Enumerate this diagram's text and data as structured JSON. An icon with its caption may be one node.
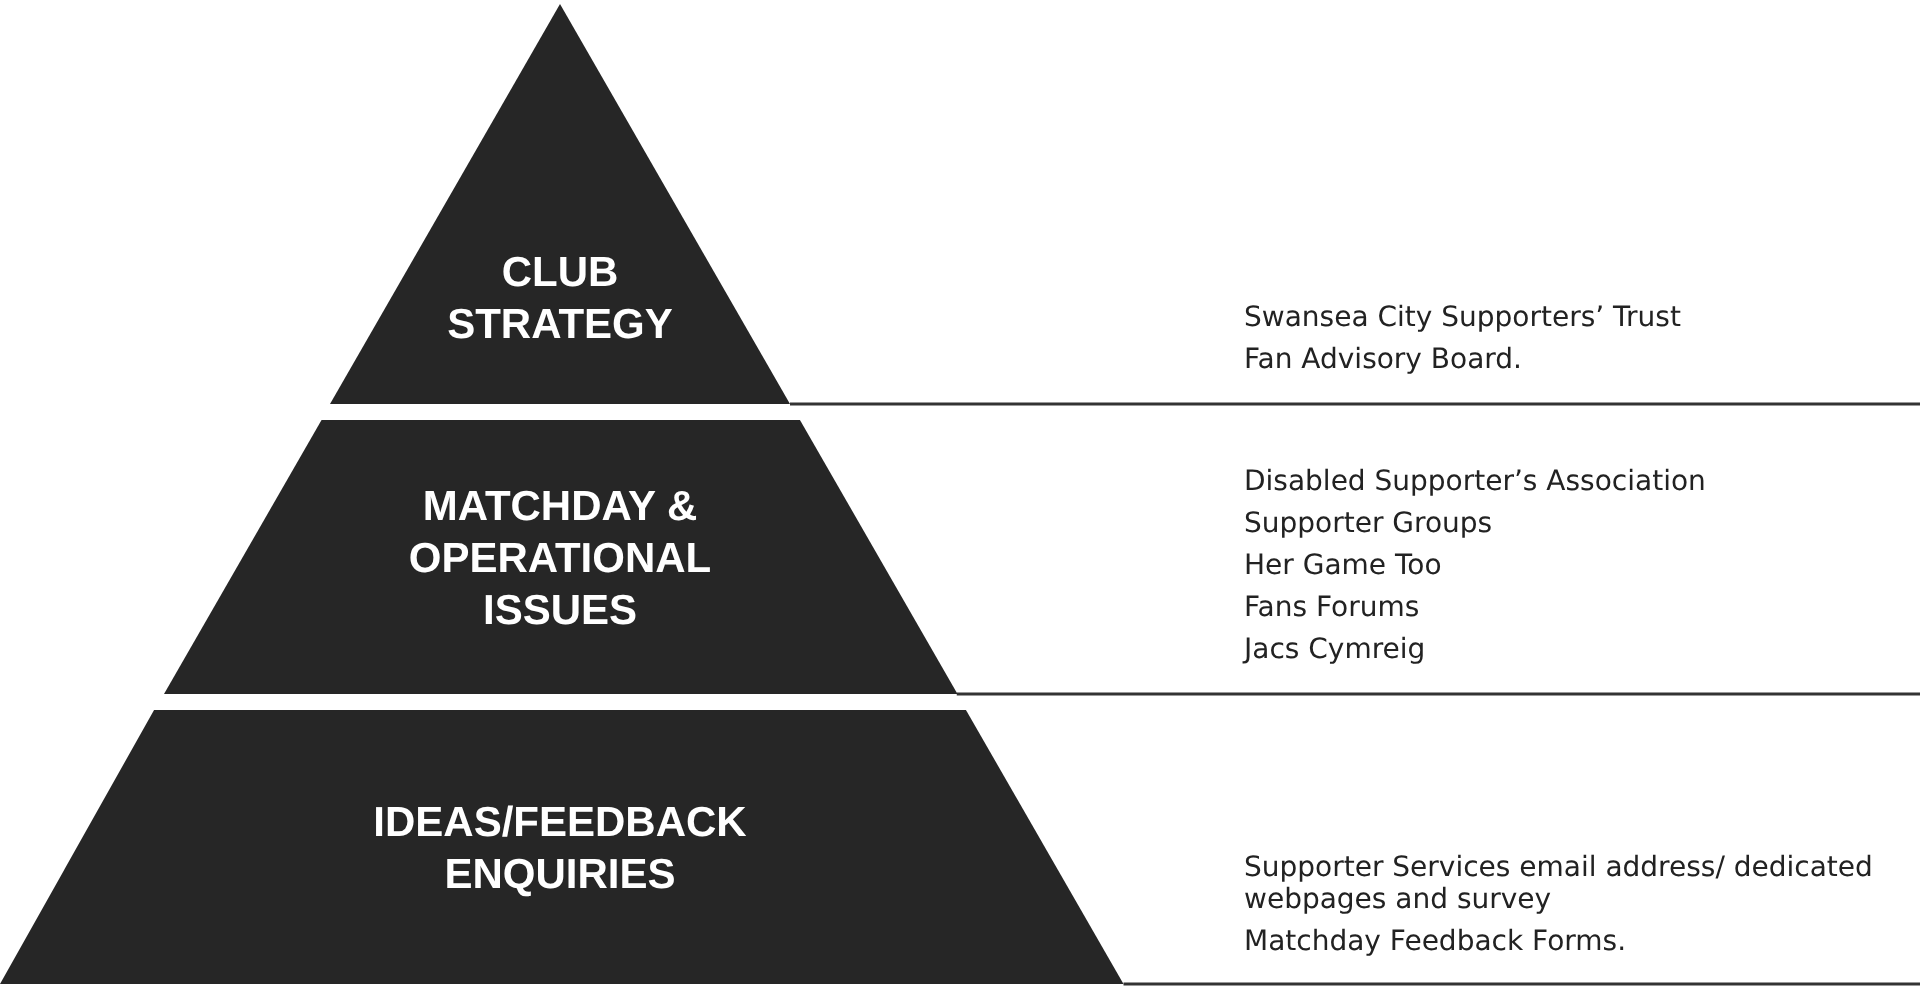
{
  "diagram": {
    "nodes": [
      {
        "text": [
          "CLUB STRATEGY"
        ],
        "beside": [
          "Swansea City Supporters’ Trust",
          "Fan Advisory Board."
        ]
      },
      {
        "text": [
          "MATCHDAY & OPERATIONAL ISSUES"
        ],
        "beside": [
          "Disabled Supporter’s Association",
          "Supporter Groups",
          "Her Game Too",
          "Fans Forums",
          "Jacs Cymreig"
        ]
      },
      {
        "text": [
          "IDEAS/FEEDBACK ENQUIRIES"
        ],
        "beside": [
          "Supporter Services email address/ dedicated webpages and survey",
          "Matchday Feedback Forms."
        ]
      }
    ]
  }
}
